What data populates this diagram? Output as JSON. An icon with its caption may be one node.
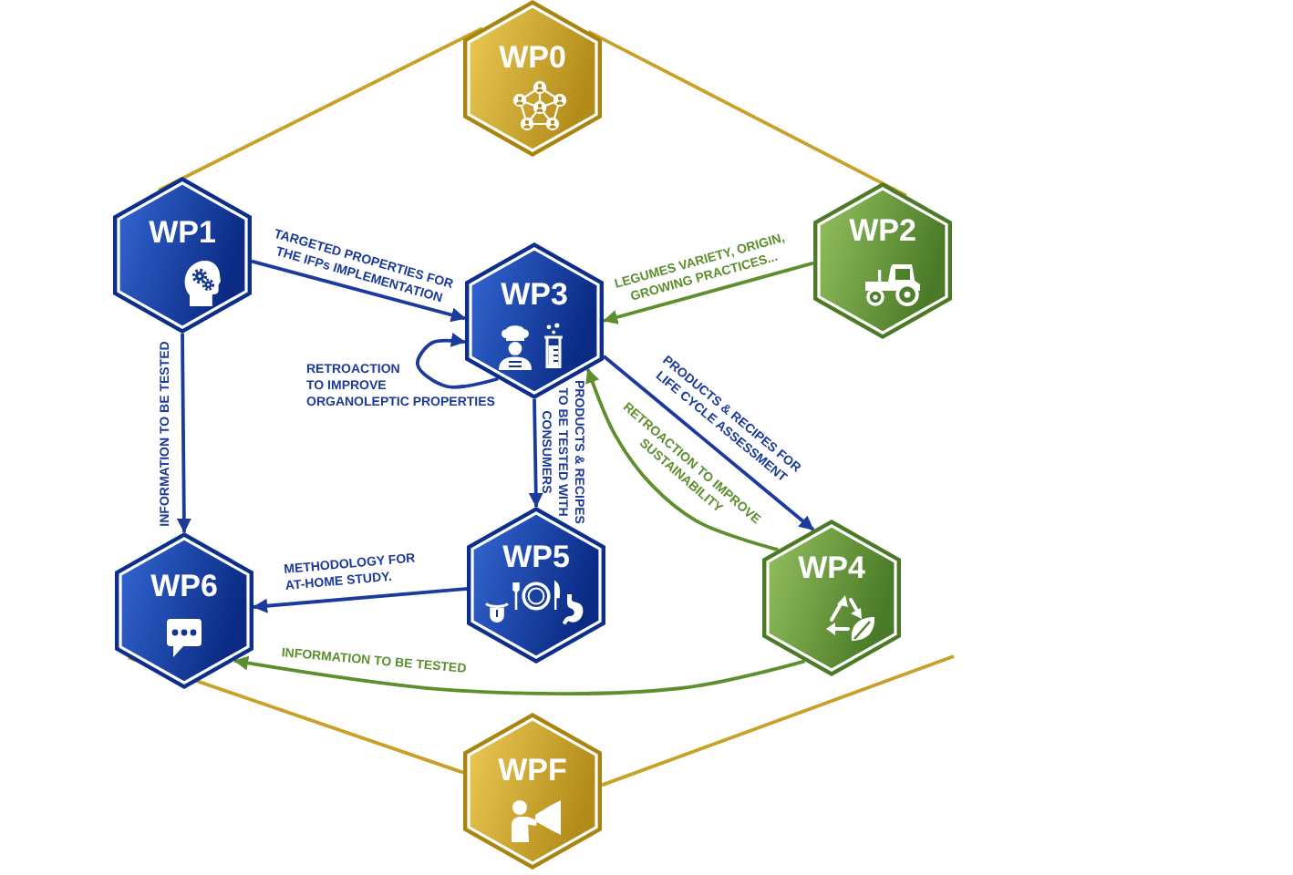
{
  "diagram": {
    "nodes": [
      {
        "text": [
          "WP0"
        ]
      },
      {
        "text": [
          "WP1"
        ]
      },
      {
        "text": [
          "WP2"
        ]
      },
      {
        "text": [
          "WP3"
        ]
      },
      {
        "text": [
          "WP4"
        ]
      },
      {
        "text": [
          "WP5"
        ]
      },
      {
        "text": [
          "WP6"
        ]
      },
      {
        "text": [
          "WPF"
        ]
      }
    ],
    "edges": [
      {
        "from": 1,
        "to": 3,
        "arrow": "to",
        "label": "TARGETED PROPERTIES FOR THE IFPs IMPLEMENTATION"
      },
      {
        "from": 1,
        "to": 6,
        "arrow": "to",
        "label": "INFORMATION TO BE TESTED"
      },
      {
        "from": 2,
        "to": 3,
        "arrow": "to",
        "label": "LEGUMES VARIETY, ORIGIN, GROWING PRACTICES...",
        "color": "#5e8f2e"
      },
      {
        "from": 3,
        "to": 3,
        "arrow": "to",
        "label": "RETROACTION TO IMPROVE ORGANOLEPTIC PROPERTIES"
      },
      {
        "from": 3,
        "to": 5,
        "arrow": "to",
        "label": "PRODUCTS & RECIPES TO BE TESTED WITH CONSUMERS"
      },
      {
        "from": 3,
        "to": 4,
        "arrow": "to",
        "label": "PRODUCTS & RECIPES FOR LIFE CYCLE ASSESSMENT"
      },
      {
        "from": 4,
        "to": 3,
        "arrow": "to",
        "label": "RETROACTION TO IMPROVE SUSTAINABILITY",
        "color": "#5e8f2e"
      },
      {
        "from": 5,
        "to": 6,
        "arrow": "to",
        "label": "METHODOLOGY FOR AT-HOME STUDY."
      },
      {
        "from": 4,
        "to": 6,
        "arrow": "to",
        "label": "INFORMATION TO BE TESTED",
        "color": "#5e8f2e"
      },
      {
        "from": 0,
        "to": 1,
        "arrow": "none",
        "color": "#c9a128"
      },
      {
        "from": 0,
        "to": 2,
        "arrow": "none",
        "color": "#c9a128"
      },
      {
        "from": 6,
        "to": 7,
        "arrow": "none",
        "color": "#c9a128"
      },
      {
        "from": 7,
        "to": null,
        "arrow": "none",
        "color": "#c9a128"
      }
    ]
  }
}
